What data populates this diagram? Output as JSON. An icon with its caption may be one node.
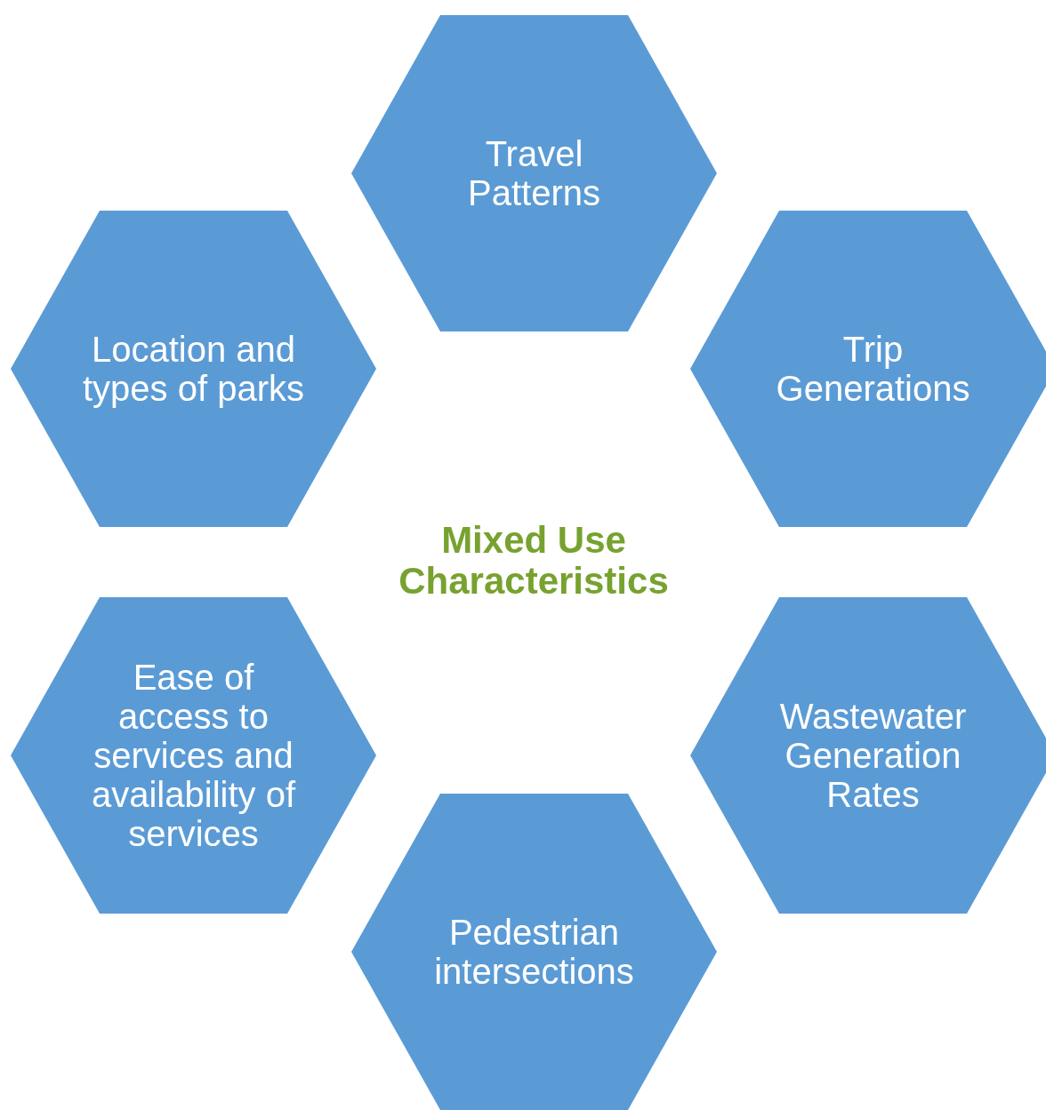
{
  "diagram": {
    "nodes": [
      {
        "text": [
          "Travel Patterns"
        ]
      },
      {
        "text": [
          "Location and types of parks"
        ]
      },
      {
        "text": [
          "Trip Generations"
        ]
      },
      {
        "text": [
          "Ease of access to services and availability of services"
        ]
      },
      {
        "text": [
          "Wastewater Generation Rates"
        ]
      },
      {
        "text": [
          "Pedestrian intersections"
        ]
      }
    ],
    "edges": [],
    "labels": [
      "Mixed Use Characteristics"
    ]
  }
}
